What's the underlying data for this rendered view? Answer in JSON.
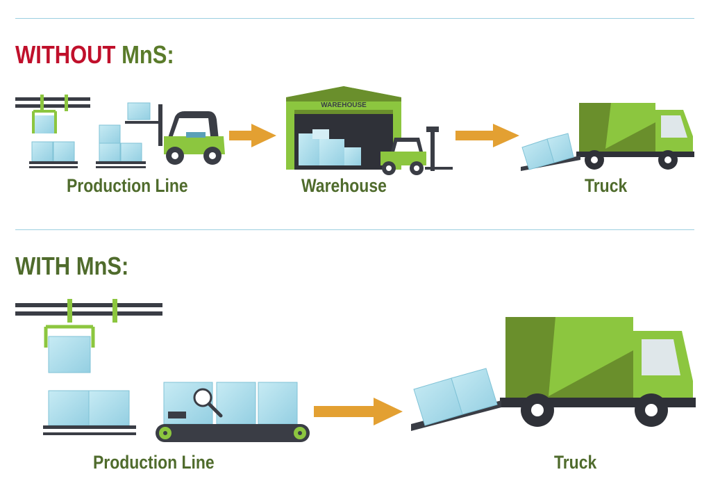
{
  "section_without": {
    "heading_red": "WITHOUT",
    "heading_green": "MnS:"
  },
  "section_with": {
    "heading": "WITH MnS:"
  },
  "stages_without": {
    "production": "Production Line",
    "warehouse": "Warehouse",
    "truck": "Truck"
  },
  "stages_with": {
    "production": "Production Line",
    "truck": "Truck"
  },
  "warehouse_sign": "WAREHOUSE",
  "icons": [
    "conveyor-rail-icon",
    "gripper-icon",
    "pallet-icon",
    "forklift-icon",
    "arrow-icon",
    "warehouse-icon",
    "truck-icon",
    "conveyor-belt-icon",
    "magnifier-icon"
  ],
  "colors": {
    "red": "#c0102b",
    "green_dark": "#4f6b2c",
    "green": "#6a8f2c",
    "lime": "#8cc63f",
    "orange": "#e3a032",
    "box": "#a9dbea",
    "rail": "#3a3d45"
  }
}
